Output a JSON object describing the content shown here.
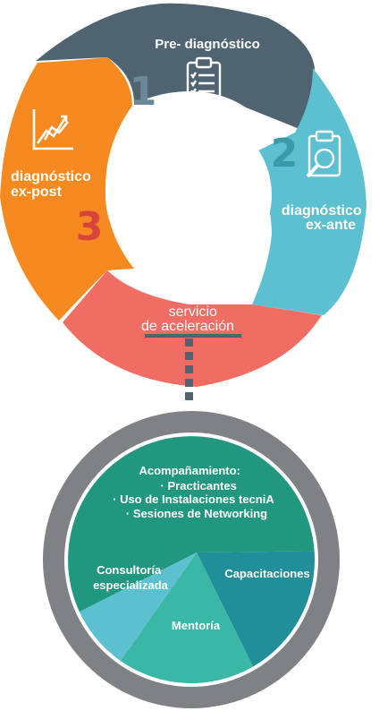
{
  "cycle": {
    "segments": [
      {
        "id": "pre",
        "number": "1",
        "label_lines": [
          "Pre- diagnóstico"
        ],
        "color": "#4f6370",
        "number_color": "#6a8897",
        "icon": "clipboard-checklist-icon"
      },
      {
        "id": "ex_ante",
        "number": "2",
        "label_lines": [
          "diagnóstico",
          "ex-ante"
        ],
        "color": "#5cc0d0",
        "number_color": "#3a9aa8",
        "icon": "clipboard-magnifier-icon"
      },
      {
        "id": "acceleration",
        "number": "",
        "label_lines": [
          "servicio",
          "de aceleración"
        ],
        "color": "#f06d64",
        "number_color": "",
        "icon": ""
      },
      {
        "id": "ex_post",
        "number": "3",
        "label_lines": [
          "diagnóstico",
          "ex-post"
        ],
        "color": "#f6891f",
        "number_color": "#d8443c",
        "icon": "growth-chart-icon"
      }
    ]
  },
  "services": {
    "ring_color": "#808184",
    "slices": [
      {
        "id": "acompanamiento",
        "title": "Acompañamiento:",
        "items": [
          "· Practicantes",
          "· Uso de Instalaciones tecniA",
          "· Sesiones de Networking"
        ],
        "color": "#22977f"
      },
      {
        "id": "capacitaciones",
        "title": "Capacitaciones",
        "items": [],
        "color": "#218f99"
      },
      {
        "id": "mentoria",
        "title": "Mentoría",
        "items": [],
        "color": "#3ab7a6"
      },
      {
        "id": "consultoria",
        "title": "Consultoría especializada",
        "title_lines": [
          "Consultoría",
          "especializada"
        ],
        "items": [],
        "color": "#5cc0d0"
      }
    ]
  }
}
